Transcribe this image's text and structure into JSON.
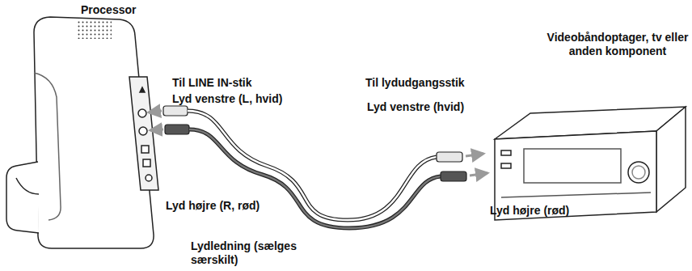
{
  "diagram": {
    "labels": [
      "Processor",
      "Til LINE IN-stik",
      "Lyd venstre (L, hvid)",
      "Lyd højre (R, rød)",
      "Lydledning (sælges særskilt)",
      "Til lydudgangsstik",
      "Lyd venstre (hvid)",
      "Lyd højre (rød)",
      "Videobåndoptager, tv eller anden komponent"
    ]
  }
}
